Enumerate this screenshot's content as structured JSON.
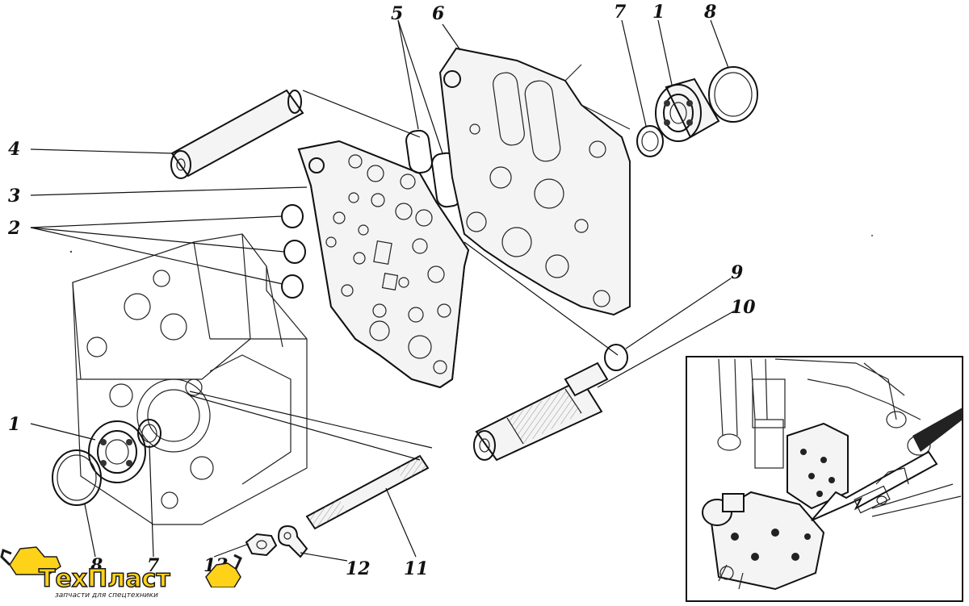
{
  "callouts": {
    "c1_top": "1",
    "c1_left": "1",
    "c2": "2",
    "c3": "3",
    "c4": "4",
    "c5": "5",
    "c6": "6",
    "c7_top": "7",
    "c7_bottom": "7",
    "c8_top": "8",
    "c8_bottom": "8",
    "c9": "9",
    "c10": "10",
    "c11": "11",
    "c12": "12",
    "c13": "13"
  },
  "logo": {
    "name": "ТехПласт",
    "tagline": "запчасти для спецтехники",
    "colors": {
      "yellow": "#ffd21a",
      "dark": "#1a1a1a"
    }
  },
  "colors": {
    "ink": "#111111",
    "paper": "#ffffff",
    "inset_border": "#111111"
  }
}
